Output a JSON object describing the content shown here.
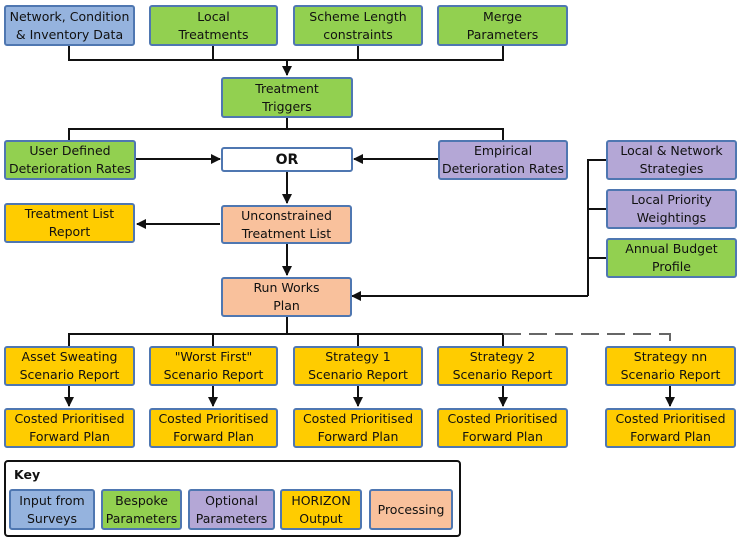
{
  "colors": {
    "input": "#95b3de",
    "bespoke": "#92d050",
    "optional": "#b4a7d6",
    "output": "#ffcc00",
    "processing": "#f9c19c",
    "border": "#4f77b1",
    "line": "#111111",
    "dashed_line": "#666666"
  },
  "boxes": {
    "network_data": "Network, Condition\n& Inventory Data",
    "local_treatments": "Local\nTreatments",
    "scheme_length": "Scheme Length\nconstraints",
    "merge_params": "Merge\nParameters",
    "treatment_triggers": "Treatment\nTriggers",
    "user_defined_rates": "User Defined\nDeterioration Rates",
    "or": "OR",
    "empirical_rates": "Empirical\nDeterioration Rates",
    "local_network_strategies": "Local & Network\nStrategies",
    "local_priority_weightings": "Local Priority\nWeightings",
    "annual_budget_profile": "Annual Budget\nProfile",
    "treatment_list_report": "Treatment List\nReport",
    "unconstrained_list": "Unconstrained\nTreatment List",
    "run_works_plan": "Run Works\nPlan",
    "asset_sweating": "Asset Sweating\nScenario Report",
    "worst_first": "\"Worst First\"\nScenario Report",
    "strategy_1": "Strategy 1\nScenario Report",
    "strategy_2": "Strategy 2\nScenario Report",
    "strategy_nn": "Strategy nn\nScenario Report",
    "forward_plan_1": "Costed Prioritised\nForward Plan",
    "forward_plan_2": "Costed Prioritised\nForward Plan",
    "forward_plan_3": "Costed Prioritised\nForward Plan",
    "forward_plan_4": "Costed Prioritised\nForward Plan",
    "forward_plan_5": "Costed Prioritised\nForward Plan"
  },
  "key": {
    "title": "Key",
    "input": "Input from\nSurveys",
    "bespoke": "Bespoke\nParameters",
    "optional": "Optional\nParameters",
    "output": "HORIZON\nOutput",
    "processing": "Processing"
  }
}
